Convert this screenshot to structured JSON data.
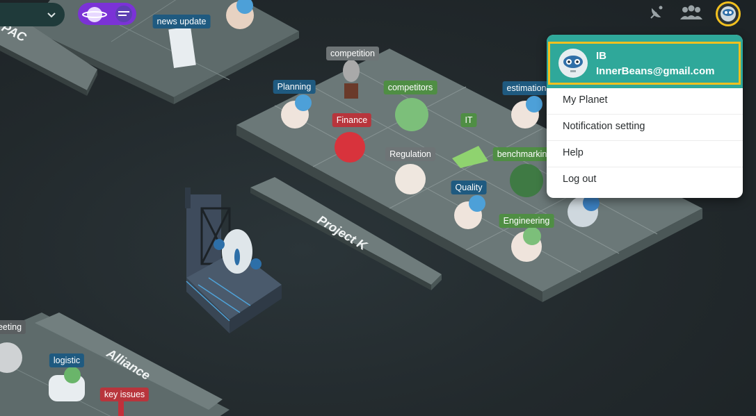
{
  "scene": {
    "planet_tiles": [
      {
        "label": "news update",
        "color": "blue"
      },
      {
        "label": "competition",
        "color": "gray"
      },
      {
        "label": "Planning",
        "color": "blue"
      },
      {
        "label": "competitors",
        "color": "green"
      },
      {
        "label": "estimation",
        "color": "blue"
      },
      {
        "label": "Finance",
        "color": "red"
      },
      {
        "label": "IT",
        "color": "green"
      },
      {
        "label": "Regulation",
        "color": "gray"
      },
      {
        "label": "benchmarking",
        "color": "green"
      },
      {
        "label": "Quality",
        "color": "blue"
      },
      {
        "label": "Engineering",
        "color": "green"
      },
      {
        "label": "eeting",
        "color": "darkgray"
      },
      {
        "label": "logistic",
        "color": "blue"
      },
      {
        "label": "key issues",
        "color": "red"
      }
    ],
    "platform_labels": {
      "top_left": "PAC",
      "project": "Project K",
      "alliance": "Alliance"
    }
  },
  "topbar": {
    "icons": [
      "satellite-dish-icon",
      "team-icon",
      "user-avatar-icon"
    ]
  },
  "user_menu": {
    "initials": "IB",
    "email": "InnerBeans@gmail.com",
    "items": [
      "My Planet",
      "Notification setting",
      "Help",
      "Log out"
    ]
  },
  "colors": {
    "menu_header": "#2fa89a",
    "highlight": "#f2c01f",
    "tag_blue": "#1f5a80",
    "tag_green": "#4f8e44",
    "tag_red": "#b8353c",
    "tag_gray": "#6e7476"
  }
}
